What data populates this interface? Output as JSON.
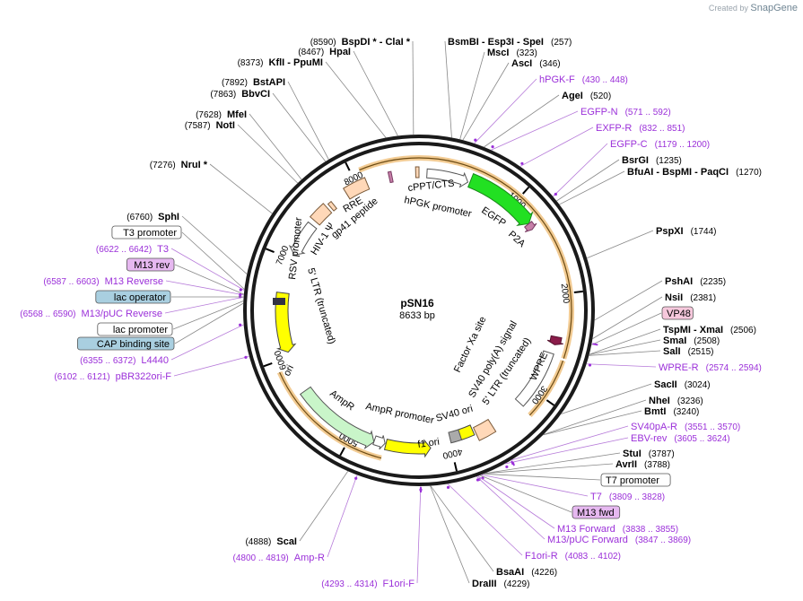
{
  "watermark": {
    "prefix": "Created by",
    "brand": "SnapGene"
  },
  "plasmid": {
    "name": "pSN16",
    "length": "8633 bp",
    "total_bp": 8633
  },
  "ticks": [
    {
      "label": "1000",
      "pos": 1000
    },
    {
      "label": "2000",
      "pos": 2000
    },
    {
      "label": "3000",
      "pos": 3000
    },
    {
      "label": "4000",
      "pos": 4000
    },
    {
      "label": "5000",
      "pos": 5000
    },
    {
      "label": "6000",
      "pos": 6000
    },
    {
      "label": "7000",
      "pos": 7000
    },
    {
      "label": "8000",
      "pos": 8000
    }
  ],
  "colors": {
    "backbone": "#1a1a1a",
    "site": "#000000",
    "primer": "#9b30d9",
    "feature_highlight": "#e8a03a",
    "egfp": "#22e022",
    "p2a": "#c67fa8",
    "ampr": "#c9f5c9",
    "ori": "#ffff00",
    "wpre_marker": "#8a1c4a"
  },
  "sites_right": [
    {
      "name": "BsmBI  -  Esp3I  -  SpeI",
      "pos_label": "(257)",
      "pos": 257
    },
    {
      "name": "MscI",
      "pos_label": "(323)",
      "pos": 323
    },
    {
      "name": "AscI",
      "pos_label": "(346)",
      "pos": 346
    },
    {
      "name": "hPGK-F",
      "pos_label": "(430 .. 448)",
      "pos": 439,
      "primer": true
    },
    {
      "name": "AgeI",
      "pos_label": "(520)",
      "pos": 520
    },
    {
      "name": "EGFP-N",
      "pos_label": "(571 .. 592)",
      "pos": 581,
      "primer": true
    },
    {
      "name": "EXFP-R",
      "pos_label": "(832 .. 851)",
      "pos": 841,
      "primer": true
    },
    {
      "name": "EGFP-C",
      "pos_label": "(1179 .. 1200)",
      "pos": 1190,
      "primer": true
    },
    {
      "name": "BsrGI",
      "pos_label": "(1235)",
      "pos": 1235
    },
    {
      "name": "BfuAI  -  BspMI  -  PaqCI",
      "pos_label": "(1270)",
      "pos": 1270
    },
    {
      "name": "PspXI",
      "pos_label": "(1744)",
      "pos": 1744
    },
    {
      "name": "PshAI",
      "pos_label": "(2235)",
      "pos": 2235
    },
    {
      "name": "NsiI",
      "pos_label": "(2381)",
      "pos": 2381
    },
    {
      "name": "VP48",
      "pos_label": "",
      "pos": 2430,
      "boxed": "feature"
    },
    {
      "name": "TspMI  -  XmaI",
      "pos_label": "(2506)",
      "pos": 2506
    },
    {
      "name": "SmaI",
      "pos_label": "(2508)",
      "pos": 2508
    },
    {
      "name": "SalI",
      "pos_label": "(2515)",
      "pos": 2515
    },
    {
      "name": "WPRE-R",
      "pos_label": "(2574 .. 2594)",
      "pos": 2584,
      "primer": true
    },
    {
      "name": "SacII",
      "pos_label": "(3024)",
      "pos": 3024
    },
    {
      "name": "NheI",
      "pos_label": "(3236)",
      "pos": 3236
    },
    {
      "name": "BmtI",
      "pos_label": "(3240)",
      "pos": 3240
    },
    {
      "name": "SV40pA-R",
      "pos_label": "(3551 .. 3570)",
      "pos": 3560,
      "primer": true
    },
    {
      "name": "EBV-rev",
      "pos_label": "(3605 .. 3624)",
      "pos": 3614,
      "primer": true
    },
    {
      "name": "StuI",
      "pos_label": "(3787)",
      "pos": 3787
    },
    {
      "name": "AvrII",
      "pos_label": "(3788)",
      "pos": 3788
    },
    {
      "name": "T7 promoter",
      "pos_label": "",
      "pos": 3800,
      "boxed": "promoter"
    },
    {
      "name": "T7",
      "pos_label": "(3809 .. 3828)",
      "pos": 3818,
      "primer": true
    },
    {
      "name": "M13 fwd",
      "pos_label": "",
      "pos": 3830,
      "boxed": "primer"
    },
    {
      "name": "M13 Forward",
      "pos_label": "(3838 .. 3855)",
      "pos": 3846,
      "primer": true
    },
    {
      "name": "M13/pUC Forward",
      "pos_label": "(3847 .. 3869)",
      "pos": 3858,
      "primer": true
    },
    {
      "name": "F1ori-R",
      "pos_label": "(4083 .. 4102)",
      "pos": 4092,
      "primer": true
    },
    {
      "name": "BsaAI",
      "pos_label": "(4226)",
      "pos": 4226
    },
    {
      "name": "DraIII",
      "pos_label": "(4229)",
      "pos": 4229
    }
  ],
  "sites_left": [
    {
      "name": "F1ori-F",
      "pos_label": "(4293 .. 4314)",
      "pos": 4303,
      "primer": true
    },
    {
      "name": "Amp-R",
      "pos_label": "(4800 .. 4819)",
      "pos": 4810,
      "primer": true
    },
    {
      "name": "ScaI",
      "pos_label": "(4888)",
      "pos": 4888
    },
    {
      "name": "pBR322ori-F",
      "pos_label": "(6102 .. 6121)",
      "pos": 6111,
      "primer": true
    },
    {
      "name": "L4440",
      "pos_label": "(6355 .. 6372)",
      "pos": 6363,
      "primer": true
    },
    {
      "name": "CAP binding site",
      "pos_label": "",
      "pos": 6530,
      "boxed": "cap"
    },
    {
      "name": "lac promoter",
      "pos_label": "",
      "pos": 6548,
      "boxed": "promoter"
    },
    {
      "name": "M13/pUC Reverse",
      "pos_label": "(6568 .. 6590)",
      "pos": 6579,
      "primer": true
    },
    {
      "name": "lac operator",
      "pos_label": "",
      "pos": 6580,
      "boxed": "cap"
    },
    {
      "name": "M13 Reverse",
      "pos_label": "(6587 .. 6603)",
      "pos": 6595,
      "primer": true
    },
    {
      "name": "M13 rev",
      "pos_label": "",
      "pos": 6600,
      "boxed": "primer"
    },
    {
      "name": "T3",
      "pos_label": "(6622 .. 6642)",
      "pos": 6632,
      "primer": true
    },
    {
      "name": "T3 promoter",
      "pos_label": "",
      "pos": 6640,
      "boxed": "promoter"
    },
    {
      "name": "SphI",
      "pos_label": "(6760)",
      "pos": 6760
    },
    {
      "name": "NruI *",
      "pos_label": "(7276)",
      "pos": 7276
    },
    {
      "name": "NotI",
      "pos_label": "(7587)",
      "pos": 7587
    },
    {
      "name": "MfeI",
      "pos_label": "(7628)",
      "pos": 7628
    },
    {
      "name": "BbvCI",
      "pos_label": "(7863)",
      "pos": 7863
    },
    {
      "name": "BstAPI",
      "pos_label": "(7892)",
      "pos": 7892
    },
    {
      "name": "KflI  -  PpuMI",
      "pos_label": "(8373)",
      "pos": 8373
    },
    {
      "name": "HpaI",
      "pos_label": "(8467)",
      "pos": 8467
    },
    {
      "name": "BspDI *  -  ClaI *",
      "pos_label": "(8590)",
      "pos": 8590
    }
  ],
  "features_outer": [
    {
      "name": "EGFP",
      "start": 520,
      "end": 1240,
      "dir": 1,
      "color": "#22e022",
      "stroke": "#1b8a1b"
    },
    {
      "name": "P2A",
      "start": 1240,
      "end": 1306,
      "dir": 1,
      "color": "#c67fa8",
      "stroke": "#7a3c63"
    },
    {
      "name": "hPGK promoter",
      "start": 80,
      "end": 500,
      "dir": 1,
      "color": "#ffffff",
      "stroke": "#555555"
    },
    {
      "name": "cPPT/CTS",
      "start": 8600,
      "end": 8633,
      "dir": 0,
      "color": "#ffd8b8",
      "stroke": "#7a5a3a"
    },
    {
      "name": "RRE",
      "start": 7870,
      "end": 8100,
      "dir": 0,
      "color": "#ffd8b8",
      "stroke": "#7a5a3a"
    },
    {
      "name": "gp41 peptide",
      "start": 8330,
      "end": 8360,
      "dir": 0,
      "color": "#c67fa8",
      "stroke": "#7a3c63"
    },
    {
      "name": "HIV-1 Ψ",
      "start": 7660,
      "end": 7700,
      "dir": 0,
      "color": "#ffd8b8",
      "stroke": "#7a5a3a"
    },
    {
      "name": "5' LTR (truncated)",
      "start": 7450,
      "end": 7630,
      "dir": 0,
      "color": "#ffd8b8",
      "stroke": "#7a5a3a"
    },
    {
      "name": "RSV promoter",
      "start": 7050,
      "end": 7400,
      "dir": -1,
      "color": "#ffffff",
      "stroke": "#555555"
    },
    {
      "name": "ori",
      "start": 6050,
      "end": 6650,
      "dir": -1,
      "color": "#ffff00",
      "stroke": "#444444"
    },
    {
      "name": "AmpR",
      "start": 4770,
      "end": 5630,
      "dir": -1,
      "color": "#c9f5c9",
      "stroke": "#555555"
    },
    {
      "name": "AmpR promoter",
      "start": 4660,
      "end": 4770,
      "dir": -1,
      "color": "#ffffff",
      "stroke": "#555555"
    },
    {
      "name": "f1 ori",
      "start": 4200,
      "end": 4650,
      "dir": -1,
      "color": "#ffff00",
      "stroke": "#444444"
    },
    {
      "name": "SV40 ori",
      "start": 3740,
      "end": 3880,
      "dir": 0,
      "color": "#ffff00",
      "stroke": "#444444"
    },
    {
      "name": "SV40 poly(A) signal",
      "start": 3880,
      "end": 3990,
      "dir": 0,
      "color": "#aaaaaa",
      "stroke": "#555555"
    },
    {
      "name": "5' LTR (truncated)",
      "start": 3540,
      "end": 3720,
      "dir": 0,
      "color": "#ffd8b8",
      "stroke": "#7a5a3a"
    },
    {
      "name": "WPRE",
      "start": 2590,
      "end": 3180,
      "dir": 0,
      "color": "#ffffff",
      "stroke": "#555555"
    },
    {
      "name": "VP48",
      "start": 2420,
      "end": 2500,
      "dir": 1,
      "color": "#8a1c4a",
      "stroke": "#55112d"
    }
  ],
  "feature_text": {
    "cppt": "cPPT/CTS",
    "hpgk": "hPGK promoter",
    "egfp": "EGFP",
    "p2a": "P2A",
    "rre": "RRE",
    "gp41": "gp41 peptide",
    "hiv": "HIV-1 Ψ",
    "ltr5": "5' LTR (truncated)",
    "rsv": "RSV promoter",
    "ori": "ori",
    "ampr": "AmpR",
    "amprp": "AmpR promoter",
    "f1": "f1 ori",
    "sv40ori": "SV40 ori",
    "sv40pa": "SV40 poly(A) signal",
    "ltr3": "5' LTR (truncated)",
    "wpre": "WPRE",
    "factorxa": "Factor Xa site"
  },
  "highlight_arcs": [
    {
      "start": 8080,
      "end": 8633
    },
    {
      "start": 0,
      "end": 2600
    },
    {
      "start": 2620,
      "end": 3200
    },
    {
      "start": 4660,
      "end": 5900
    }
  ]
}
